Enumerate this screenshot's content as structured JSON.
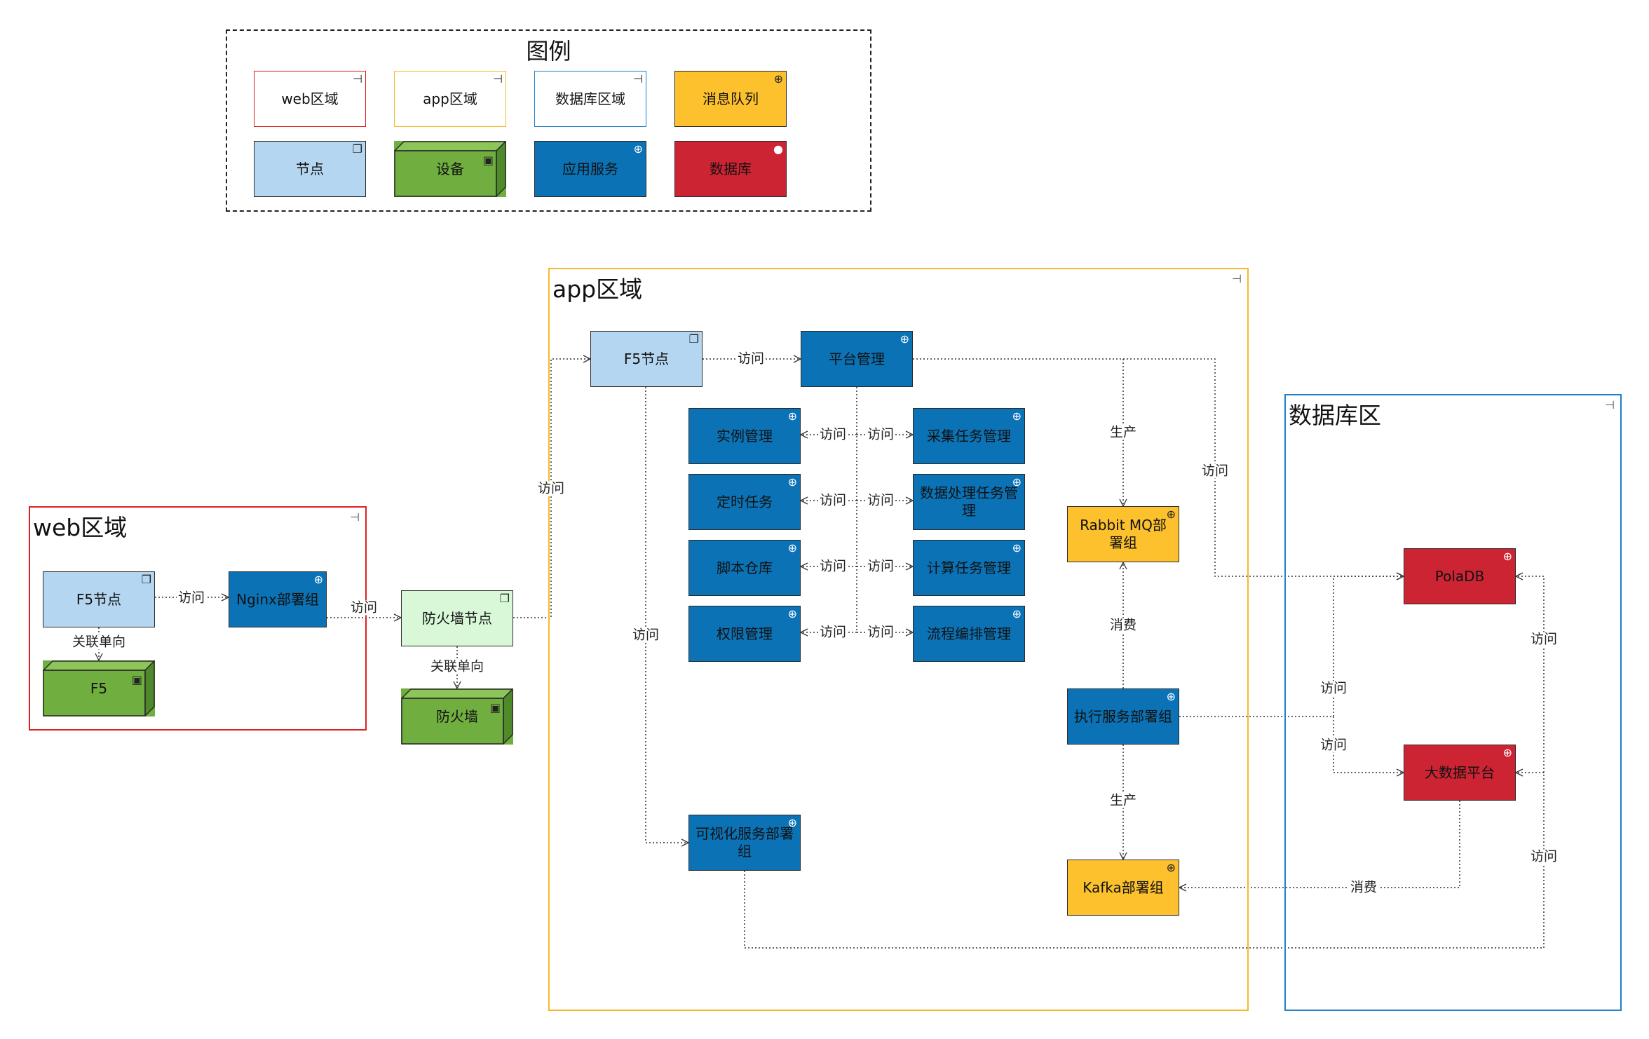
{
  "legend": {
    "title": "图例",
    "items": [
      {
        "label": "web区域"
      },
      {
        "label": "app区域"
      },
      {
        "label": "数据库区域"
      },
      {
        "label": "消息队列"
      },
      {
        "label": "节点"
      },
      {
        "label": "设备"
      },
      {
        "label": "应用服务"
      },
      {
        "label": "数据库"
      }
    ]
  },
  "regions": {
    "web": {
      "title": "web区域",
      "color": "#e02020"
    },
    "app": {
      "title": "app区域",
      "color": "#f5b82e"
    },
    "db": {
      "title": "数据库区",
      "color": "#2080c8"
    }
  },
  "colors": {
    "node": "#b4d6f0",
    "device": "#6fae3f",
    "service": "#0b72b5",
    "queue": "#fdc12e",
    "database": "#cd2434",
    "firewall_node": "#d8f8d8"
  },
  "nodes": {
    "web_f5_node": "F5节点",
    "f5_device": "F5",
    "nginx": "Nginx部署组",
    "firewall_node": "防火墙节点",
    "firewall": "防火墙",
    "app_f5_node": "F5节点",
    "platform": "平台管理",
    "instance_mgmt": "实例管理",
    "timer_task": "定时任务",
    "script_repo": "脚本仓库",
    "permission_mgmt": "权限管理",
    "collect_task": "采集任务管理",
    "data_process_task": "数据处理任务管理",
    "compute_task": "计算任务管理",
    "flow_orchestration": "流程编排管理",
    "rabbitmq": "Rabbit MQ部署组",
    "executor": "执行服务部署组",
    "kafka": "Kafka部署组",
    "visualization": "可视化服务部署组",
    "poladb": "PolaDB",
    "bigdata": "大数据平台"
  },
  "edge_labels": {
    "visit": "访问",
    "assoc_one_way": "关联单向",
    "produce": "生产",
    "consume": "消费"
  }
}
